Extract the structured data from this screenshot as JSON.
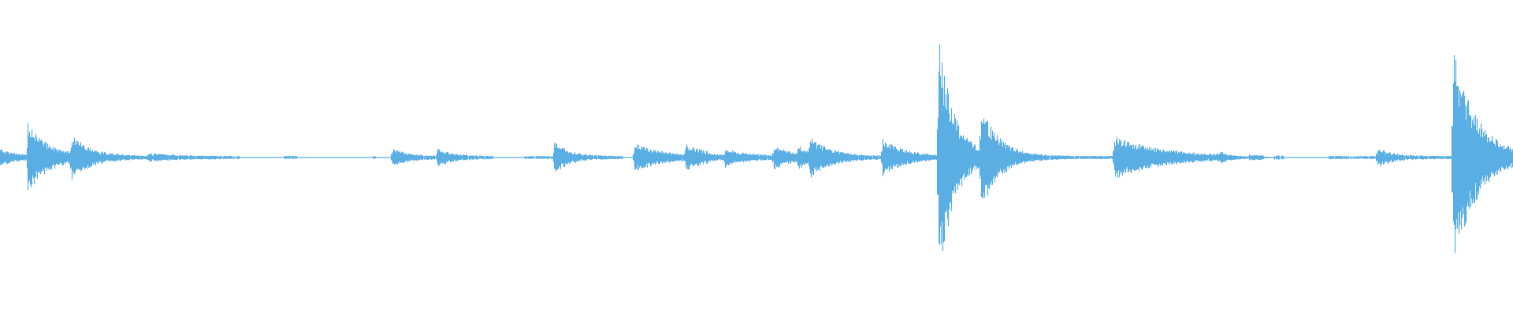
{
  "waveform": {
    "color": "#5aaee3",
    "background": "#ffffff",
    "duration": 1,
    "amplitude_range": [
      -1,
      1
    ],
    "noise_floor": 0.006,
    "quiet_gaps": [
      [
        0.158,
        0.188
      ],
      [
        0.196,
        0.246
      ],
      [
        0.248,
        0.258
      ],
      [
        0.326,
        0.346
      ],
      [
        0.412,
        0.42
      ],
      [
        0.468,
        0.49
      ],
      [
        0.81,
        0.825
      ],
      [
        0.835,
        0.842
      ],
      [
        0.848,
        0.878
      ]
    ],
    "events": [
      {
        "t": 0.0,
        "amp": 0.03,
        "decay": 0.01
      },
      {
        "t": 0.018,
        "amp": 0.13,
        "decay": 0.014
      },
      {
        "t": 0.047,
        "amp": 0.07,
        "decay": 0.013
      },
      {
        "t": 0.098,
        "amp": 0.01,
        "decay": 0.02
      },
      {
        "t": 0.259,
        "amp": 0.03,
        "decay": 0.011
      },
      {
        "t": 0.289,
        "amp": 0.03,
        "decay": 0.01
      },
      {
        "t": 0.366,
        "amp": 0.06,
        "decay": 0.01
      },
      {
        "t": 0.419,
        "amp": 0.05,
        "decay": 0.018
      },
      {
        "t": 0.453,
        "amp": 0.04,
        "decay": 0.016
      },
      {
        "t": 0.479,
        "amp": 0.03,
        "decay": 0.012
      },
      {
        "t": 0.511,
        "amp": 0.04,
        "decay": 0.012
      },
      {
        "t": 0.527,
        "amp": 0.035,
        "decay": 0.008
      },
      {
        "t": 0.535,
        "amp": 0.06,
        "decay": 0.015
      },
      {
        "t": 0.583,
        "amp": 0.07,
        "decay": 0.014
      },
      {
        "t": 0.62,
        "amp": 0.5,
        "decay": 0.01
      },
      {
        "t": 0.648,
        "amp": 0.18,
        "decay": 0.012
      },
      {
        "t": 0.736,
        "amp": 0.08,
        "decay": 0.03
      },
      {
        "t": 0.806,
        "amp": 0.01,
        "decay": 0.01
      },
      {
        "t": 0.91,
        "amp": 0.035,
        "decay": 0.01
      },
      {
        "t": 0.96,
        "amp": 0.45,
        "decay": 0.015
      }
    ]
  }
}
